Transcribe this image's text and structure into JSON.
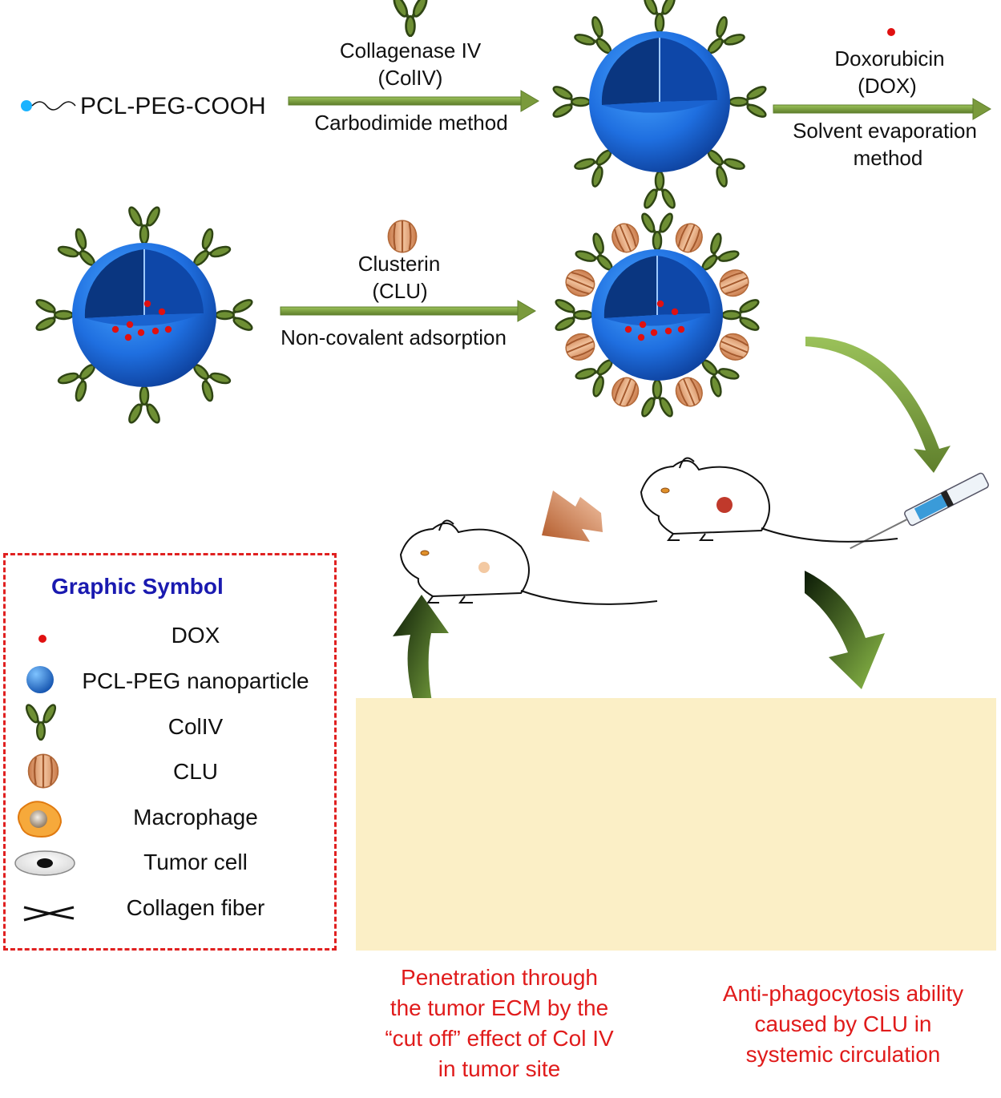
{
  "synthesis": {
    "polymer_label": "PCL-PEG-COOH",
    "step1_reagent_line1": "Collagenase IV",
    "step1_reagent_line2": "(ColIV)",
    "step1_method": "Carbodimide method",
    "step2_reagent_line1": "Doxorubicin",
    "step2_reagent_line2": "(DOX)",
    "step2_method_line1": "Solvent evaporation",
    "step2_method_line2": "method",
    "step3_reagent_line1": "Clusterin",
    "step3_reagent_line2": "(CLU)",
    "step3_method": "Non-covalent adsorption"
  },
  "legend": {
    "title": "Graphic Symbol",
    "items": [
      {
        "label": "DOX",
        "icon": "dox-dot-icon"
      },
      {
        "label": "PCL-PEG nanoparticle",
        "icon": "nanoparticle-icon"
      },
      {
        "label": "ColIV",
        "icon": "coliv-antibody-icon"
      },
      {
        "label": "CLU",
        "icon": "clu-protein-icon"
      },
      {
        "label": "Macrophage",
        "icon": "macrophage-icon"
      },
      {
        "label": "Tumor cell",
        "icon": "tumor-cell-icon"
      },
      {
        "label": "Collagen fiber",
        "icon": "collagen-fiber-icon"
      }
    ]
  },
  "captions": {
    "penetration": [
      "Penetration through",
      "the tumor ECM by the",
      "“cut off” effect of Col IV",
      "in tumor site"
    ],
    "anti_phagocytosis": [
      "Anti-phagocytosis ability",
      "caused by CLU in",
      "systemic circulation"
    ]
  },
  "colors": {
    "arrow_green": "#7a9a3c",
    "nanoparticle_blue": "#1f6fe0",
    "antibody_green": "#3f5a1e",
    "dox_red": "#e01010",
    "caption_red": "#e01b1b",
    "legend_border": "#e02020",
    "legend_title": "#1a1ab0",
    "panel_bg": "#fbefc6"
  }
}
